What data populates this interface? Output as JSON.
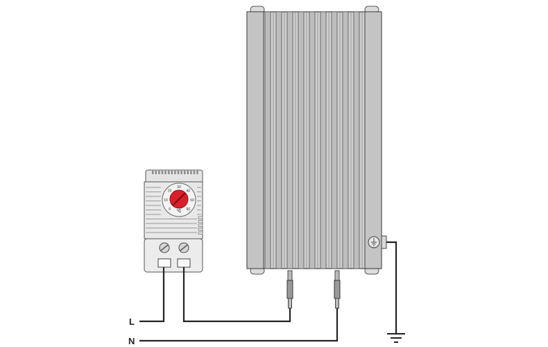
{
  "wire_labels": {
    "line": "L",
    "neutral": "N"
  },
  "thermostat": {
    "scale": [
      "0",
      "10",
      "20",
      "30",
      "40",
      "50",
      "60"
    ],
    "unit": "°C"
  },
  "earth_symbol": "⏚",
  "colors": {
    "heater_body": "#c8c8c8",
    "heater_fin": "#bdbdbd",
    "outline": "#444444",
    "dial_red": "#d8202a",
    "wire": "#222222"
  }
}
